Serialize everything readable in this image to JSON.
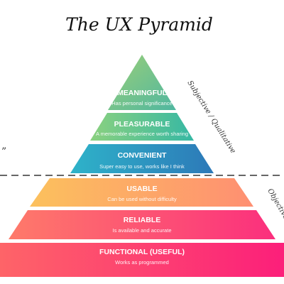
{
  "title": "The UX Pyramid",
  "left_mark": "”",
  "side_labels": {
    "upper": "Subjective / Qualitative",
    "lower": "Objective /"
  },
  "tiers": [
    {
      "title": "MEANINGFUL",
      "subtitle": "Has personal significance"
    },
    {
      "title": "PLEASURABLE",
      "subtitle": "A memorable experience worth sharing"
    },
    {
      "title": "CONVENIENT",
      "subtitle": "Super easy to use, works like I think"
    },
    {
      "title": "USABLE",
      "subtitle": "Can be used without difficulty"
    },
    {
      "title": "RELIABLE",
      "subtitle": "Is available and accurate"
    },
    {
      "title": "FUNCTIONAL (USEFUL)",
      "subtitle": "Works as programmed"
    }
  ],
  "colors": {
    "meaningful": [
      "#9ccf78",
      "#4fb7a0"
    ],
    "pleasurable": [
      "#8bd17f",
      "#36b8a4"
    ],
    "convenient": [
      "#2eb3c9",
      "#2d79b8"
    ],
    "usable": [
      "#fcc15d",
      "#fe8f72"
    ],
    "reliable": [
      "#fe7a6a",
      "#fb2f7d"
    ],
    "functional": [
      "#fe6468",
      "#fc1f7a"
    ],
    "divider": "#333333"
  }
}
